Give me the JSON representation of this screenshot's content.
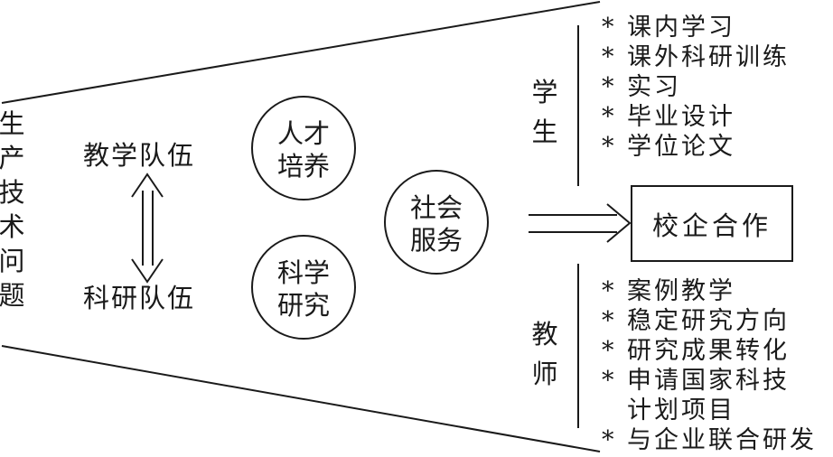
{
  "left_vertical": [
    "生",
    "产",
    "技",
    "术",
    "问",
    "题"
  ],
  "teaching_team": "教学队伍",
  "research_team": "科研队伍",
  "circles": {
    "talent": [
      "人才",
      "培养"
    ],
    "research": [
      "科学",
      "研究"
    ],
    "service": [
      "社会",
      "服务"
    ]
  },
  "students_label": [
    "学",
    "生"
  ],
  "teachers_label": [
    "教",
    "师"
  ],
  "cooperation_box": "校企合作",
  "student_items": [
    "课内学习",
    "课外科研训练",
    "实习",
    "毕业设计",
    "学位论文"
  ],
  "teacher_items": [
    {
      "lines": [
        "案例教学"
      ]
    },
    {
      "lines": [
        "稳定研究方向"
      ]
    },
    {
      "lines": [
        "研究成果转化"
      ]
    },
    {
      "lines": [
        "申请国家科技",
        "计划项目"
      ]
    },
    {
      "lines": [
        "与企业联合研发"
      ]
    }
  ],
  "bullet": "*"
}
